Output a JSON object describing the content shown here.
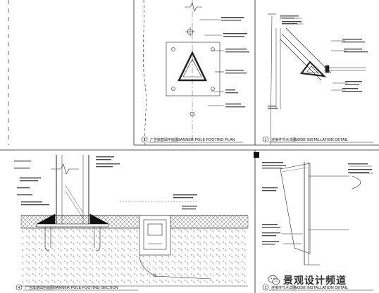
{
  "panels": [
    {
      "number": "3",
      "title_cn": "广告旗基础平面图",
      "title_en": "BANNER POLE FOOTING PLAN"
    },
    {
      "number": "1",
      "title_cn": "连接件节点详图",
      "title_en": "NODE INSTALLATION DETAIL"
    },
    {
      "number": "4",
      "title_cn": "广告旗基础剖面图",
      "title_en": "BANNER POLE FOOTING SECTION"
    },
    {
      "number": "2",
      "title_cn": "连接件节点详图",
      "title_en": "NODE INSTALLATION DETAIL"
    }
  ],
  "watermark": {
    "text": "景观设计频道"
  },
  "colors": {
    "line": "#222222",
    "fill_dark": "#111111",
    "hatch": "#555555"
  }
}
